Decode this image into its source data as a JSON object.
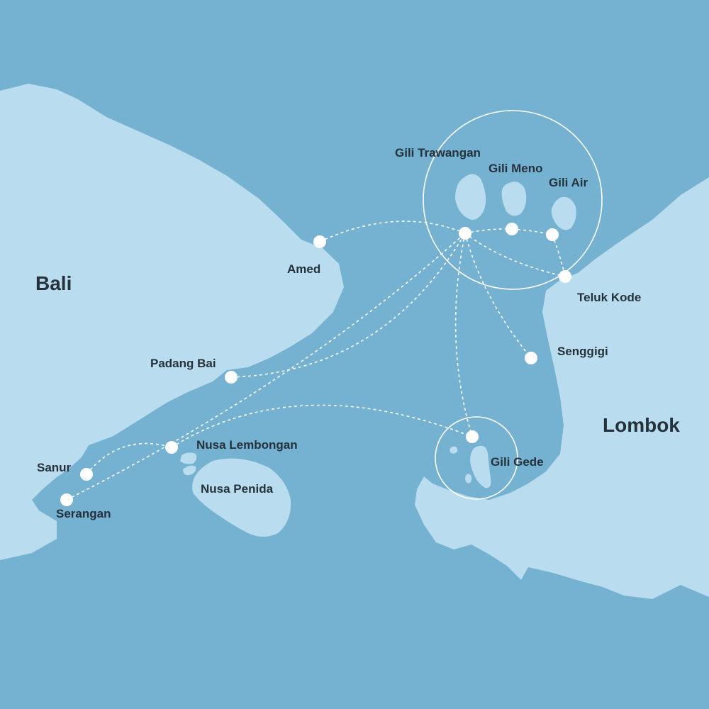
{
  "colors": {
    "sea": "#75b1d0",
    "land": "#b9dcee",
    "route": "#ffffff",
    "label": "#25323c"
  },
  "regions": {
    "bali": "Bali",
    "lombok": "Lombok"
  },
  "places": {
    "gili_trawangan": "Gili Trawangan",
    "gili_meno": "Gili Meno",
    "gili_air": "Gili Air",
    "amed": "Amed",
    "teluk_kode": "Teluk Kode",
    "senggigi": "Senggigi",
    "padang_bai": "Padang Bai",
    "nusa_lembongan": "Nusa Lembongan",
    "nusa_penida": "Nusa Penida",
    "sanur": "Sanur",
    "serangan": "Serangan",
    "gili_gede": "Gili Gede"
  },
  "icons": {
    "port_marker": "port-marker-icon",
    "area_highlight": "area-highlight-circle"
  }
}
